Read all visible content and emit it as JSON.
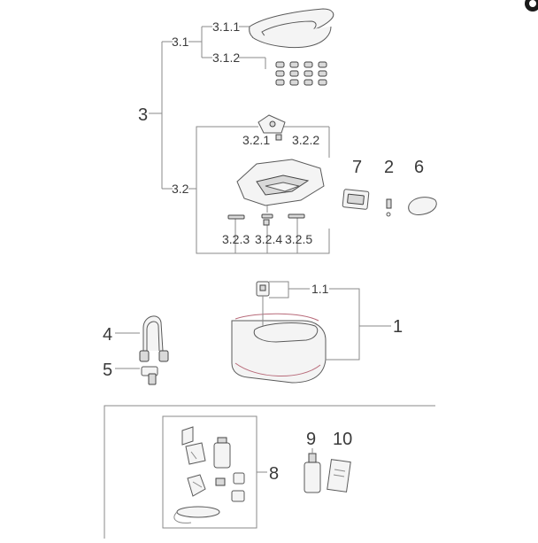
{
  "labels": {
    "l_3": "3",
    "l_3_1": "3.1",
    "l_3_1_1": "3.1.1",
    "l_3_1_2": "3.1.2",
    "l_3_2": "3.2",
    "l_3_2_1": "3.2.1",
    "l_3_2_2": "3.2.2",
    "l_3_2_3": "3.2.3",
    "l_3_2_4": "3.2.4",
    "l_3_2_5": "3.2.5",
    "l_7": "7",
    "l_2": "2",
    "l_6": "6",
    "l_1": "1",
    "l_1_1": "1.1",
    "l_4": "4",
    "l_5": "5",
    "l_8": "8",
    "l_9": "9",
    "l_10": "10"
  },
  "colors": {
    "leader": "#8a8a8a",
    "part_outline": "#5a5a5a",
    "accent": "#b86b7a"
  },
  "icons": {
    "corner": "circle-badge-icon"
  }
}
